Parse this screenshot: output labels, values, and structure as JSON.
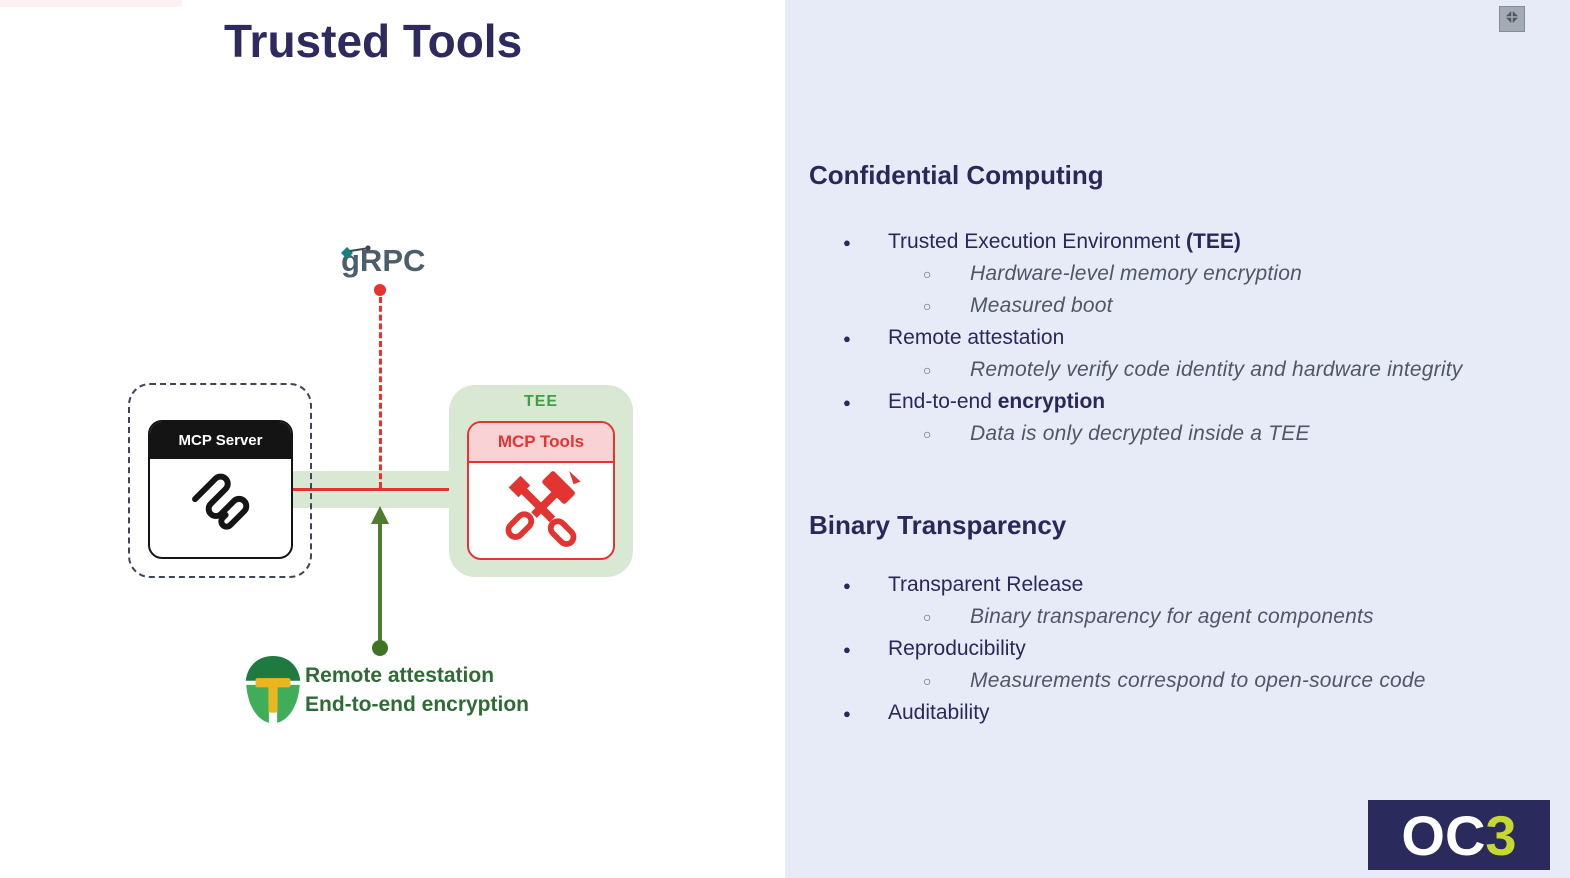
{
  "slide": {
    "title": "Trusted Tools",
    "colors": {
      "title_navy": "#2E2A5E",
      "panel_bg": "#E7EBF8",
      "red": "#E23430",
      "green": "#3F9E45",
      "light_green": "#D9E8D2",
      "arrow_green": "#4C7C2D",
      "dark_green_text": "#2F6B35",
      "teal": "#1AA5A0",
      "lime": "#C6D930"
    }
  },
  "diagram": {
    "grpc_label": "gRPC",
    "mcp_server": {
      "title": "MCP Server"
    },
    "tee": {
      "label": "TEE",
      "tools_title": "MCP Tools"
    },
    "attestation": {
      "line1": "Remote attestation",
      "line2": "End-to-end encryption"
    }
  },
  "panel": {
    "sections": [
      {
        "heading": "Confidential Computing",
        "items": [
          {
            "text": "Trusted Execution Environment ",
            "bold": "(TEE)",
            "subitems": [
              "Hardware-level memory encryption",
              "Measured boot"
            ]
          },
          {
            "text": "Remote attestation",
            "bold": "",
            "subitems": [
              "Remotely verify code identity and hardware integrity"
            ]
          },
          {
            "text": "End-to-end ",
            "bold": "encryption",
            "subitems": [
              "Data is only decrypted inside a TEE"
            ]
          }
        ]
      },
      {
        "heading": "Binary Transparency",
        "items": [
          {
            "text": "Transparent Release",
            "bold": "",
            "subitems": [
              "Binary transparency for agent components"
            ]
          },
          {
            "text": "Reproducibility",
            "bold": "",
            "subitems": [
              "Measurements correspond to open-source code"
            ]
          },
          {
            "text": "Auditability",
            "bold": "",
            "subitems": []
          }
        ]
      }
    ]
  },
  "icons": {
    "bullet": "●",
    "circle": "○"
  },
  "logo": {
    "oc": "OC",
    "three": "3"
  }
}
